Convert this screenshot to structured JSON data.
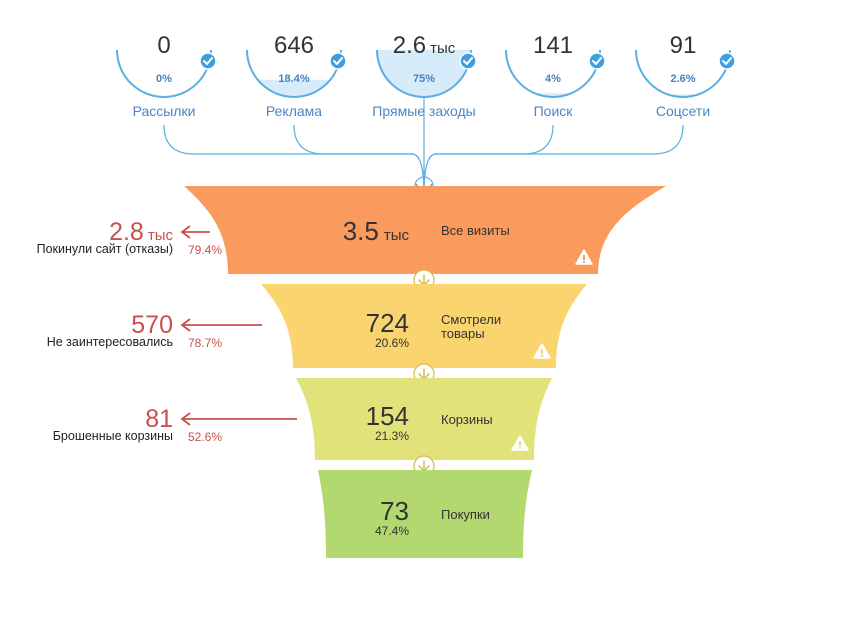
{
  "chart_data": {
    "type": "funnel",
    "sources": [
      {
        "value": "0",
        "unit": "",
        "percent": "0%",
        "percent_value": 0,
        "label": "Рассылки"
      },
      {
        "value": "646",
        "unit": "",
        "percent": "18.4%",
        "percent_value": 18.4,
        "label": "Реклама"
      },
      {
        "value": "2.6",
        "unit": "тыс",
        "percent": "75%",
        "percent_value": 75,
        "label": "Прямые заходы"
      },
      {
        "value": "141",
        "unit": "",
        "percent": "4%",
        "percent_value": 4,
        "label": "Поиск"
      },
      {
        "value": "91",
        "unit": "",
        "percent": "2.6%",
        "percent_value": 2.6,
        "label": "Соцсети"
      }
    ],
    "stages": [
      {
        "value": "3.5",
        "unit": "тыс",
        "percent": "",
        "label": "Все визиты",
        "color": "#fa9a5c",
        "warning": true
      },
      {
        "value": "724",
        "unit": "",
        "percent": "20.6%",
        "label": "Смотрели товары",
        "color": "#fad46f",
        "warning": true
      },
      {
        "value": "154",
        "unit": "",
        "percent": "21.3%",
        "label": "Корзины",
        "color": "#e1e37a",
        "warning": true
      },
      {
        "value": "73",
        "unit": "",
        "percent": "47.4%",
        "label": "Покупки",
        "color": "#b2d86f",
        "warning": false
      }
    ],
    "losses": [
      {
        "value": "2.8",
        "unit": "тыс",
        "label": "Покинули сайт (отказы)",
        "percent": "79.4%"
      },
      {
        "value": "570",
        "unit": "",
        "label": "Не заинтересовались",
        "percent": "78.7%"
      },
      {
        "value": "81",
        "unit": "",
        "label": "Брошенные корзины",
        "percent": "52.6%"
      }
    ]
  },
  "colors": {
    "gauge_arc": "#5aaee0",
    "gauge_fill": "#d6ecfa",
    "badge": "#3e9fde",
    "connector": "#5ab0e3",
    "loss": "#c8504b",
    "stage_arrow": "#d9b84a",
    "warning": "#ffffff"
  },
  "icons": {
    "badge": "check-circle-icon",
    "warning": "warning-triangle-icon",
    "stage_arrow": "arrow-down-circle-icon",
    "loss_arrow": "arrow-left-icon"
  }
}
